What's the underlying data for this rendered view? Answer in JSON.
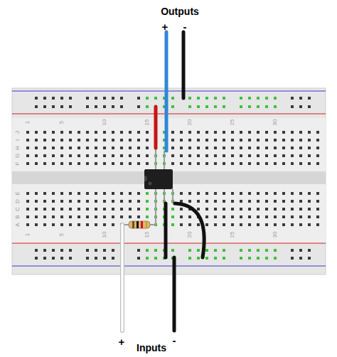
{
  "diagram": {
    "labels": [
      "Outputs",
      "+",
      "-",
      "Inputs",
      "+",
      "-",
      "1",
      "5",
      "10",
      "15",
      "20",
      "25",
      "30",
      "1",
      "5",
      "10",
      "15",
      "20",
      "25",
      "30",
      "J",
      "I",
      "H",
      "G",
      "F",
      "E",
      "D",
      "C",
      "B",
      "A"
    ]
  }
}
